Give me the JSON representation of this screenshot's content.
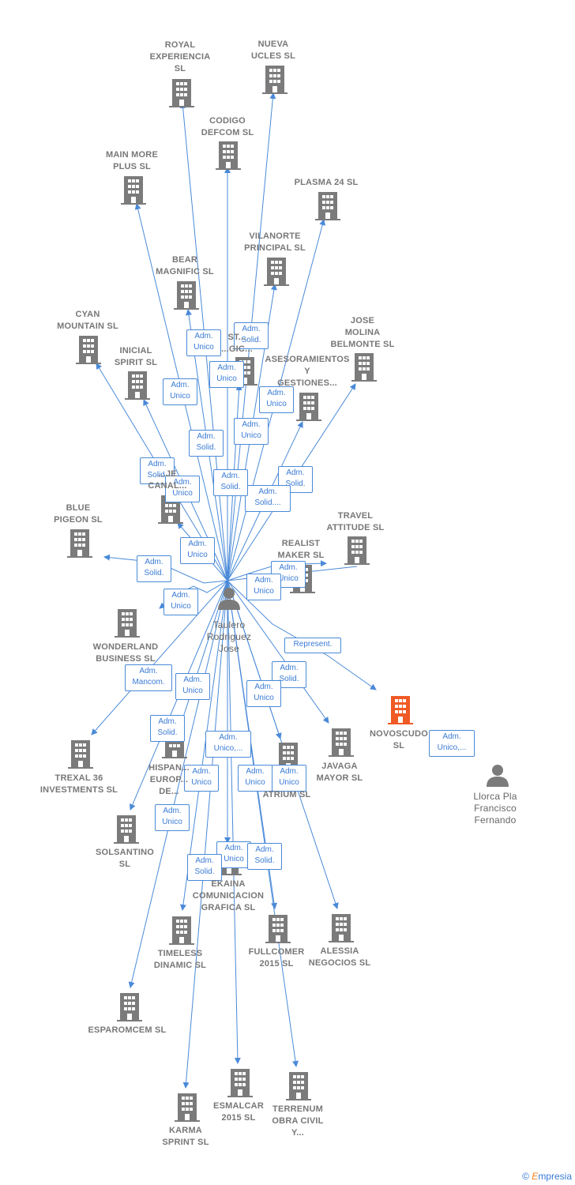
{
  "colors": {
    "edge": "#4a8ad8",
    "company": "#7b7b7b",
    "highlight": "#f05a24",
    "person": "#7b7b7b"
  },
  "hub": {
    "name": "Taulero\nRodriguez\nJose",
    "icon": "person-icon"
  },
  "nodes": [
    {
      "id": "royal",
      "name": "ROYAL\nEXPERIENCIA\nSL",
      "icon": "building-icon"
    },
    {
      "id": "nueva",
      "name": "NUEVA\nUCLES  SL",
      "icon": "building-icon"
    },
    {
      "id": "codigo",
      "name": "CODIGO\nDEFCOM  SL",
      "icon": "building-icon"
    },
    {
      "id": "mainmore",
      "name": "MAIN MORE\nPLUS  SL",
      "icon": "building-icon"
    },
    {
      "id": "plasma",
      "name": "PLASMA 24 SL",
      "icon": "building-icon"
    },
    {
      "id": "vilanorte",
      "name": "VILANORTE\nPRINCIPAL  SL",
      "icon": "building-icon"
    },
    {
      "id": "bear",
      "name": "BEAR\nMAGNIFIC  SL",
      "icon": "building-icon"
    },
    {
      "id": "cyan",
      "name": "CYAN\nMOUNTAIN  SL",
      "icon": "building-icon"
    },
    {
      "id": "jose",
      "name": "JOSE\nMOLINA\nBELMONTE  SL",
      "icon": "building-icon"
    },
    {
      "id": "inicial",
      "name": "INICIAL\nSPIRIT  SL",
      "icon": "building-icon"
    },
    {
      "id": "asesoramientos",
      "name": "ASESORAMIENTOS\nY\nGESTIONES...",
      "icon": "building-icon"
    },
    {
      "id": "st",
      "name": "ST...\n...GIC...",
      "icon": "building-icon"
    },
    {
      "id": "canal",
      "name": "...JE\nCANAL...",
      "icon": "building-icon"
    },
    {
      "id": "blue",
      "name": "BLUE\nPIGEON  SL",
      "icon": "building-icon"
    },
    {
      "id": "travel",
      "name": "TRAVEL\nATTITUDE  SL",
      "icon": "building-icon"
    },
    {
      "id": "realist",
      "name": "REALIST\nMAKER  SL",
      "icon": "building-icon"
    },
    {
      "id": "wonderland",
      "name": "WONDERLAND\nBUSINESS  SL",
      "icon": "building-icon"
    },
    {
      "id": "novoscudo",
      "name": "NOVOSCUDO\nSL",
      "icon": "building-icon",
      "highlight": true
    },
    {
      "id": "trexal",
      "name": "TREXAL 36\nINVESTMENTS SL",
      "icon": "building-icon"
    },
    {
      "id": "hispan",
      "name": "HISPAN...\nEUROP...\nDE...",
      "icon": "building-icon"
    },
    {
      "id": "javaga",
      "name": "JAVAGA\nMAYOR  SL",
      "icon": "building-icon"
    },
    {
      "id": "atrium",
      "name": "ATRIUM  SL",
      "icon": "building-icon"
    },
    {
      "id": "llorca",
      "name": "Llorca Pla\nFrancisco\nFernando",
      "icon": "person-icon",
      "person": true
    },
    {
      "id": "solsantino",
      "name": "SOLSANTINO\nSL",
      "icon": "building-icon"
    },
    {
      "id": "ekaina",
      "name": "EKAINA\nCOMUNICACION\nGRAFICA  SL",
      "icon": "building-icon"
    },
    {
      "id": "timeless",
      "name": "TIMELESS\nDINAMIC  SL",
      "icon": "building-icon"
    },
    {
      "id": "fullcomer",
      "name": "FULLCOMER\n2015  SL",
      "icon": "building-icon"
    },
    {
      "id": "alessia",
      "name": "ALESSIA\nNEGOCIOS  SL",
      "icon": "building-icon"
    },
    {
      "id": "esparomcem",
      "name": "ESPAROMCEM SL",
      "icon": "building-icon"
    },
    {
      "id": "esmalcar",
      "name": "ESMALCAR\n2015  SL",
      "icon": "building-icon"
    },
    {
      "id": "karma",
      "name": "KARMA\nSPRINT  SL",
      "icon": "building-icon"
    },
    {
      "id": "terrenum",
      "name": "TERRENUM\nOBRA CIVIL\nY...",
      "icon": "building-icon"
    }
  ],
  "edges": [
    {
      "to": "royal",
      "role": "Adm.\nUnico"
    },
    {
      "to": "nueva",
      "role": "Adm.\nSolid."
    },
    {
      "to": "codigo",
      "role": "Adm.\nUnico"
    },
    {
      "to": "mainmore",
      "role": "Adm.\nUnico"
    },
    {
      "to": "plasma",
      "role": "Adm.\nUnico"
    },
    {
      "to": "vilanorte",
      "role": "Adm.\nUnico"
    },
    {
      "to": "bear",
      "role": "Adm.\nSolid."
    },
    {
      "to": "cyan",
      "role": "Adm.\nSolid."
    },
    {
      "to": "jose",
      "role": "Adm.\nSolid."
    },
    {
      "to": "inicial",
      "role": "Adm.\nUnico"
    },
    {
      "to": "asesoramientos",
      "role": "Adm.\nSolid...."
    },
    {
      "to": "st",
      "role": "Adm.\nSolid."
    },
    {
      "to": "canal",
      "role": "Adm.\nUnico"
    },
    {
      "to": "blue",
      "role": "Adm.\nSolid."
    },
    {
      "to": "travel",
      "role": "Adm.\nUnico"
    },
    {
      "to": "realist",
      "role": "Adm.\nUnico"
    },
    {
      "to": "wonderland",
      "role": "Adm.\nUnico"
    },
    {
      "to": "novoscudo",
      "role": "Represent."
    },
    {
      "to": "trexal",
      "role": "Adm.\nMancom."
    },
    {
      "to": "hispan",
      "role": "Adm.\nSolid."
    },
    {
      "to": "javaga",
      "role": "Adm.\nSolid."
    },
    {
      "to": "atrium",
      "role": "Adm.\nUnico"
    },
    {
      "to": "solsantino",
      "role": "Adm.\nUnico"
    },
    {
      "to": "ekaina",
      "role": "Adm.\nUnico,..."
    },
    {
      "to": "timeless",
      "role": "Adm.\nUnico"
    },
    {
      "to": "fullcomer",
      "role": "Adm.\nUnico"
    },
    {
      "to": "alessia",
      "role": "Adm.\nUnico"
    },
    {
      "to": "esparomcem",
      "role": "Adm.\nUnico"
    },
    {
      "to": "esmalcar",
      "role": "Adm.\nUnico"
    },
    {
      "to": "karma",
      "role": "Adm.\nSolid."
    },
    {
      "to": "terrenum",
      "role": "Adm.\nSolid."
    },
    {
      "from": "llorca",
      "to": "novoscudo",
      "role": "Adm.\nUnico,..."
    }
  ],
  "brand": {
    "symbol": "©",
    "first": "E",
    "rest": "mpresia"
  }
}
